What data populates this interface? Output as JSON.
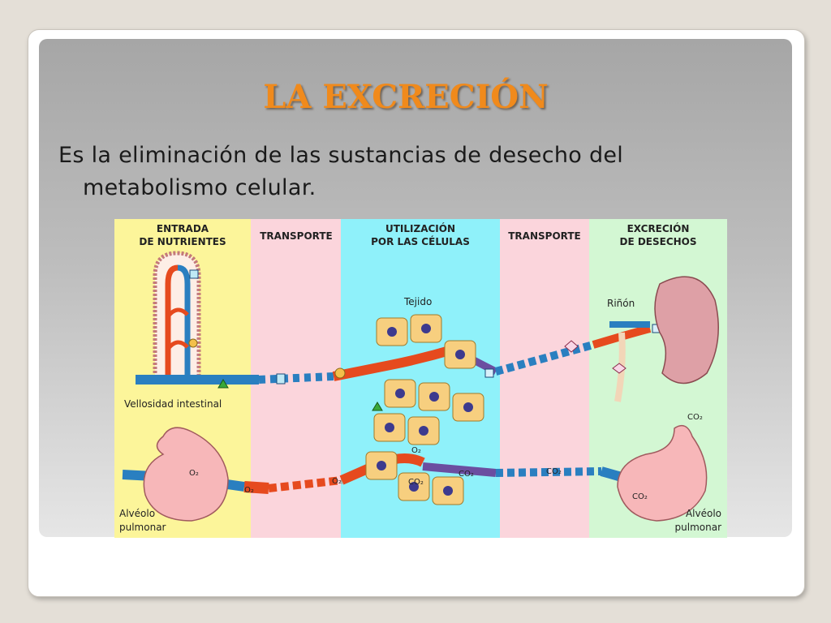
{
  "slide": {
    "title": "LA EXCRECIÓN",
    "body_line1": "Es la eliminación de las sustancias  de desecho del",
    "body_line2": "metabolismo celular."
  },
  "diagram": {
    "columns": [
      {
        "line1": "ENTRADA",
        "line2": "DE NUTRIENTES",
        "color": "#fcf59a"
      },
      {
        "line1": "TRANSPORTE",
        "line2": "",
        "color": "#fbd5dc"
      },
      {
        "line1": "UTILIZACIÓN",
        "line2": "POR LAS CÉLULAS",
        "color": "#8ff1fa"
      },
      {
        "line1": "TRANSPORTE",
        "line2": "",
        "color": "#fbd5dc"
      },
      {
        "line1": "EXCRECIÓN",
        "line2": "DE DESECHOS",
        "color": "#d3f7d3"
      }
    ],
    "labels": {
      "tejido": "Tejido",
      "rinon": "Riñón",
      "vellosidad": "Vellosidad intestinal",
      "alveolo_left_1": "Alvéolo",
      "alveolo_left_2": "pulmonar",
      "alveolo_right_1": "Alvéolo",
      "alveolo_right_2": "pulmonar",
      "o2_alveolo": "O₂",
      "o2_out": "O₂",
      "o2_mid": "O₂",
      "o2_tissue": "O₂",
      "co2_tissue": "CO₂",
      "co2_mid": "CO₂",
      "co2_transport": "CO₂",
      "co2_alveolo": "CO₂",
      "co2_right": "CO₂"
    },
    "colors": {
      "artery": "#e64a1e",
      "vein": "#2a7fc0",
      "cell": "#f7cf7f",
      "nucleus": "#3d3a8e",
      "kidney": "#dea0a6",
      "alveolus": "#f7b7b9"
    }
  }
}
